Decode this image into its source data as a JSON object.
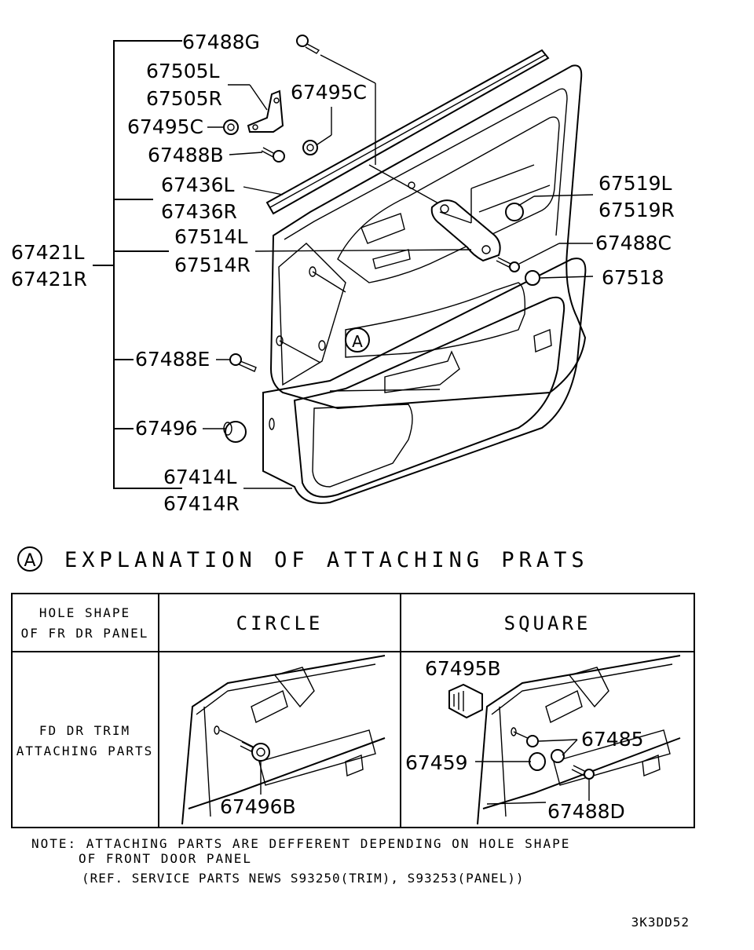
{
  "labels": {
    "p67488G": "67488G",
    "p67505L": "67505L",
    "p67505R": "67505R",
    "p67495C_a": "67495C",
    "p67495C_b": "67495C",
    "p67488B": "67488B",
    "p67436L": "67436L",
    "p67436R": "67436R",
    "p67421L": "67421L",
    "p67421R": "67421R",
    "p67514L": "67514L",
    "p67514R": "67514R",
    "p67488E": "67488E",
    "p67496": "67496",
    "p67414L": "67414L",
    "p67414R": "67414R",
    "p67519L": "67519L",
    "p67519R": "67519R",
    "p67488C": "67488C",
    "p67518": "67518",
    "callout": "A"
  },
  "explanation": {
    "marker": "A",
    "title": "EXPLANATION OF ATTACHING PRATS"
  },
  "table": {
    "header_label_line1": "HOLE SHAPE",
    "header_label_line2": "OF FR DR PANEL",
    "col_circle": "CIRCLE",
    "col_square": "SQUARE",
    "row_label_line1": "FD DR TRIM",
    "row_label_line2": "ATTACHING PARTS",
    "circle_part": "67496B",
    "square_parts": {
      "p67495B": "67495B",
      "p67485": "67485",
      "p67459": "67459",
      "p67488D": "67488D"
    }
  },
  "note": {
    "line1": "NOTE: ATTACHING PARTS ARE DEFFERENT DEPENDING ON HOLE SHAPE",
    "line2": "OF FRONT DOOR PANEL",
    "line3": "(REF. SERVICE PARTS NEWS S93250(TRIM), S93253(PANEL))"
  },
  "code": "3K3DD52"
}
